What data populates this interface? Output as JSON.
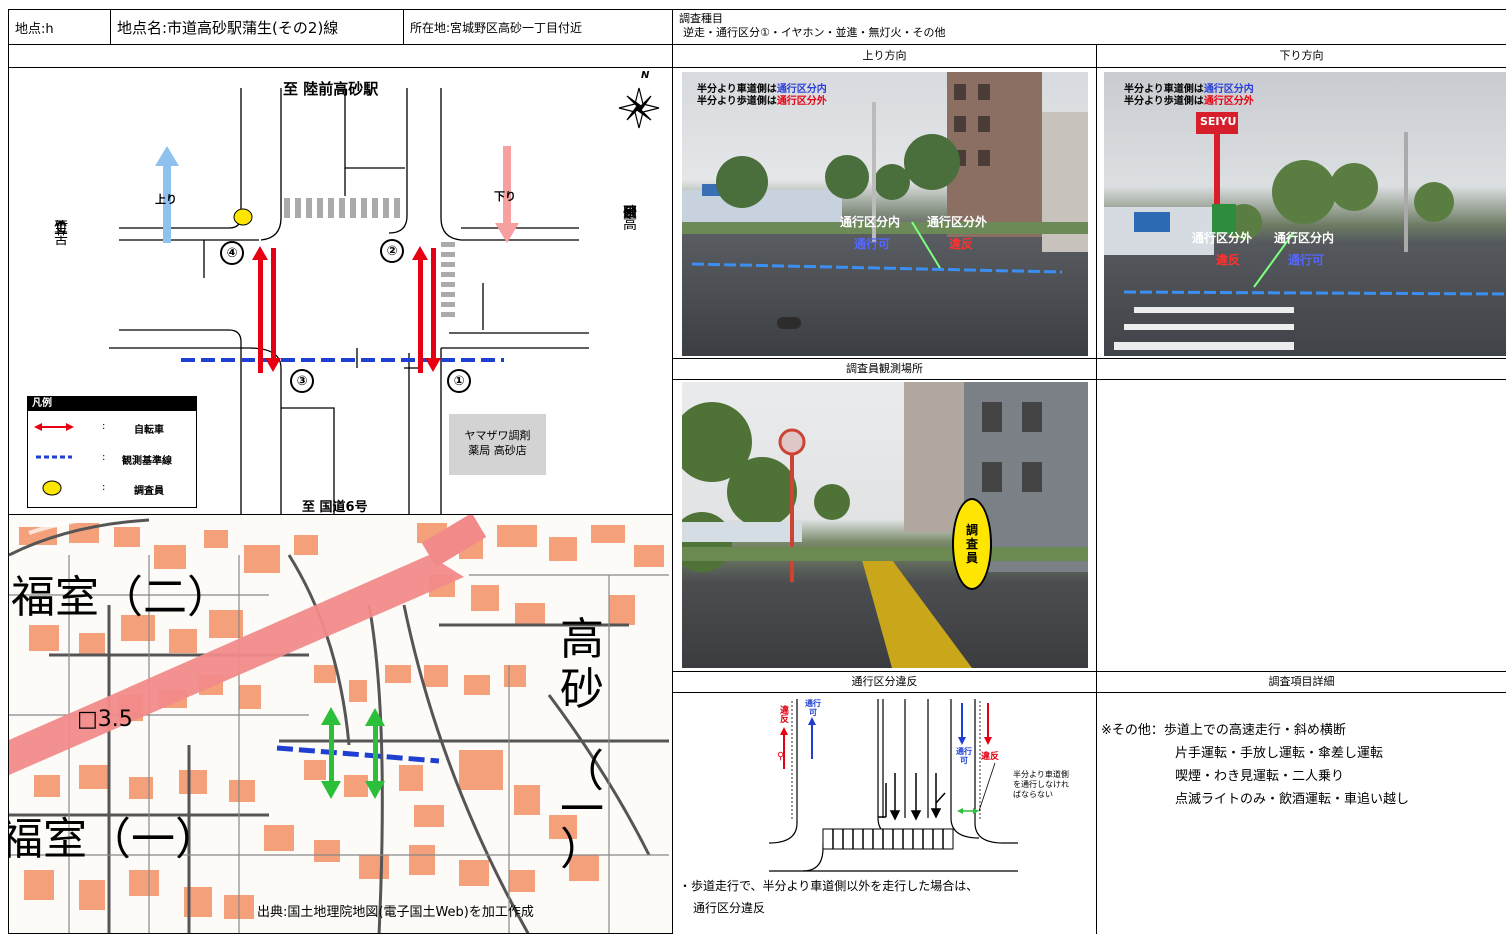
{
  "header": {
    "point": "地点:h",
    "name": "地点名:市道高砂駅蒲生(その2)線",
    "location": "所在地:宮城野区高砂一丁目付近",
    "survey_type_title": "調査種目",
    "survey_type_items": "逆走・通行区分①・イヤホン・並進・無灯火・その他"
  },
  "diagram": {
    "north": "N",
    "to_top": "至 陸前高砂駅",
    "to_left": [
      "至",
      "苦",
      "竹",
      "I",
      "C"
    ],
    "to_right": [
      "至",
      "高",
      "砂",
      "一",
      "丁",
      "目",
      "公",
      "園"
    ],
    "to_bottom": "至 国道6号",
    "up_label": "上り",
    "down_label": "下り",
    "markers": [
      "①",
      "②",
      "③",
      "④"
    ],
    "store": "ヤマザワ調剤\n薬局 高砂店",
    "legend": {
      "title": "凡例",
      "bicycle": "自転車",
      "line": "観測基準線",
      "surveyor": "調査員",
      "colon": ":"
    }
  },
  "map": {
    "labels": [
      "福室（二）",
      "高",
      "砂",
      "（",
      "一",
      "）",
      "福室（一）",
      "□3.5"
    ],
    "source": "出典:国土地理院地図(電子国土Web)を加工作成"
  },
  "photos": {
    "up_caption": "上り方向",
    "down_caption": "下り方向",
    "observer_caption": "調査員観測場所",
    "up_note1_prefix": "半分より車道側は",
    "up_note1_value": "通行区分内",
    "up_note2_prefix": "半分より歩道側は",
    "up_note2_value": "通行区分外",
    "up_in": "通行区分内",
    "up_out": "通行区分外",
    "up_ok": "通行可",
    "up_ng": "違反",
    "down_out": "通行区分外",
    "down_in": "通行区分内",
    "down_ng": "違反",
    "down_ok": "通行可",
    "seiyu": "SEIYU",
    "surveyor_tag": [
      "調",
      "査",
      "員"
    ]
  },
  "violation": {
    "caption": "通行区分違反",
    "ng": "違反",
    "ok_top": "通行\n可",
    "ok_bottom": "通行\n可",
    "ng2": "違反",
    "half_note": "半分より車道側\nを通行しなけれ\nばならない",
    "note1": "・歩道走行で、半分より車道側以外を走行した場合は、",
    "note2": "通行区分違反"
  },
  "details": {
    "caption": "調査項目詳細",
    "line1": "※その他：歩道上での高速走行・斜め横断",
    "line2": "片手運転・手放し運転・傘差し運転",
    "line3": "喫煙・わき見運転・二人乗り",
    "line4": "点滅ライトのみ・飲酒運転・車追い越し"
  },
  "colors": {
    "red": "#e60012",
    "blue": "#1f3fd1",
    "lightblue": "#8fc1ee",
    "pink": "#f6a0a0",
    "green": "#2bbf3a",
    "yellow": "#ffe600",
    "map_orange": "#f4a07a",
    "map_road": "#f28a8a"
  }
}
